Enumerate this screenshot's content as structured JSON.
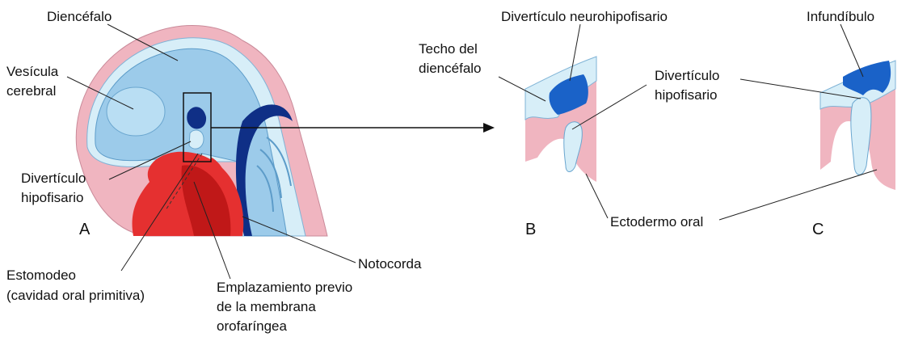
{
  "labels": {
    "diencefalo": "Diencéfalo",
    "vesicula_l1": "Vesícula",
    "vesicula_l2": "cerebral",
    "diverticulo_l1": "Divertículo",
    "diverticulo_l2": "hipofisario",
    "estomodeo_l1": "Estomodeo",
    "estomodeo_l2": "(cavidad oral primitiva)",
    "emplaz_l1": "Emplazamiento previo",
    "emplaz_l2": "de la membrana",
    "emplaz_l3": "orofaríngea",
    "notocorda": "Notocorda",
    "div_neuro": "Divertículo neurohipofisario",
    "techo_l1": "Techo del",
    "techo_l2": "diencéfalo",
    "div_hipo_l1": "Divertículo",
    "div_hipo_l2": "hipofisario",
    "infundibulo": "Infundíbulo",
    "ectodermo": "Ectodermo oral"
  },
  "panels": {
    "a": "A",
    "b": "B",
    "c": "C"
  },
  "colors": {
    "brain_blue": "#9ccbea",
    "ventricle_blue": "#b9def3",
    "dark_blue": "#0f2f86",
    "neuro_blue": "#1a62c8",
    "pale_blue": "#d7eef8",
    "pink": "#f0b5c0",
    "red": "#e53030",
    "dark_red": "#c01818"
  }
}
